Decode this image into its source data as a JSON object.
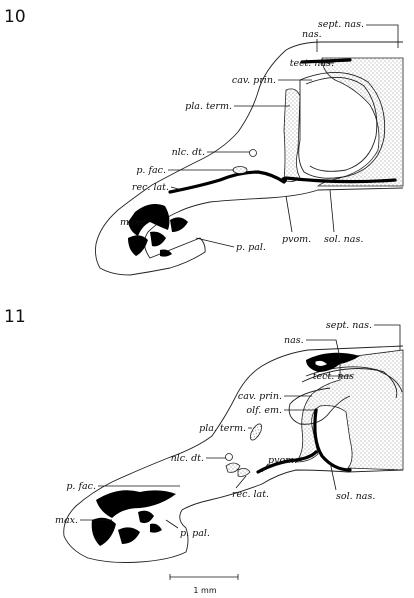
{
  "figures": [
    {
      "number": "10",
      "labels": {
        "sept_nas": "sept. nas.",
        "nas": "nas.",
        "tect_nas": "tect. nas.",
        "cav_prin": "cav. prin.",
        "pla_term": "pla. term.",
        "nlc_dt": "nlc. dt.",
        "p_fac": "p. fac.",
        "rec_lat": "rec. lat.",
        "max": "max.",
        "p_pal": "p. pal.",
        "pvom": "pvom.",
        "sol_nas": "sol. nas."
      }
    },
    {
      "number": "11",
      "labels": {
        "sept_nas": "sept. nas.",
        "nas": "nas.",
        "tect_nas": "tect. nas",
        "cav_prin": "cav. prin.",
        "olf_em": "olf. em.",
        "pla_term": "pla. term.",
        "nlc_dt": "nlc. dt.",
        "p_fac": "p. fac.",
        "rec_lat": "rec. lat.",
        "pvom": "pvom.",
        "max": "max.",
        "sol_nas": "sol. nas.",
        "p_pal": "p. pal."
      }
    }
  ],
  "scale_bar": {
    "label": "1 mm"
  }
}
